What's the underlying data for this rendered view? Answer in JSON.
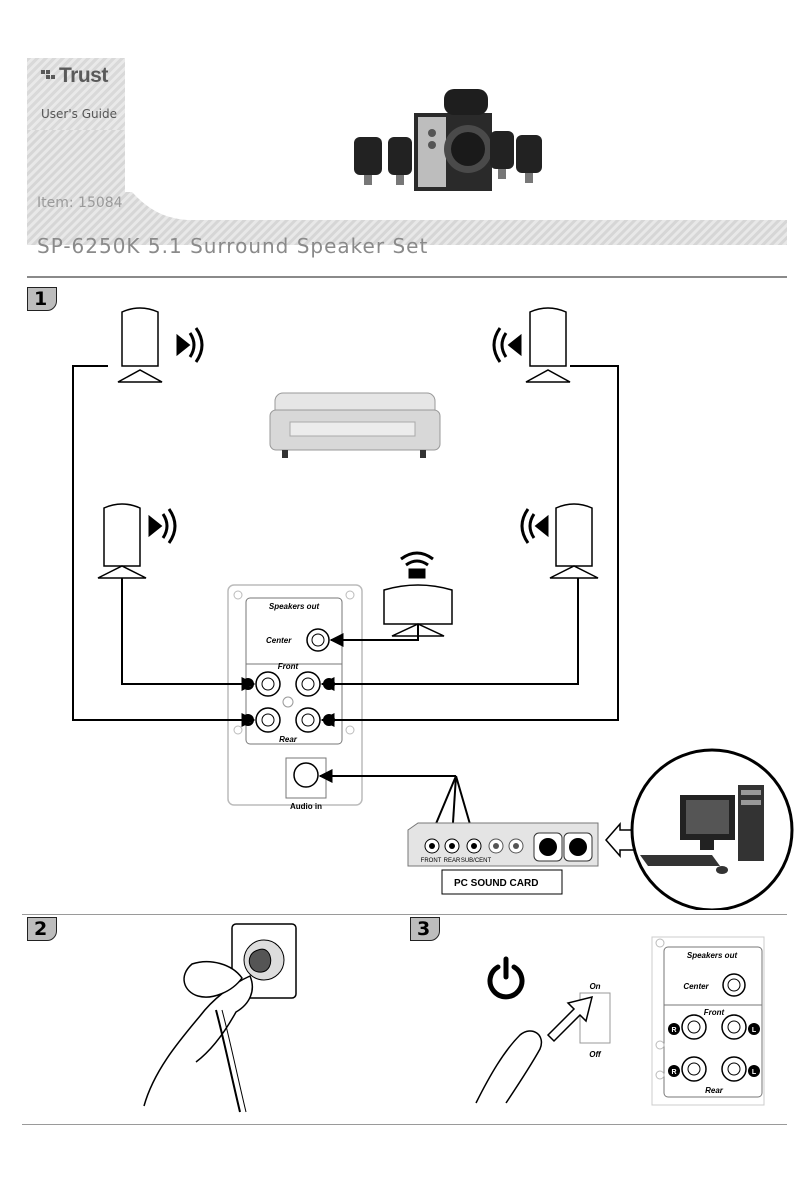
{
  "brand": {
    "name": "Trust",
    "subtitle": "User's Guide"
  },
  "header": {
    "item": "Item: 15084",
    "title": "SP-6250K 5.1 Surround Speaker Set"
  },
  "steps": [
    {
      "number": "1"
    },
    {
      "number": "2"
    },
    {
      "number": "3"
    }
  ],
  "panel": {
    "speakers_out": "Speakers out",
    "center": "Center",
    "front": "Front",
    "rear": "Rear",
    "audio_in": "Audio in",
    "left": "L",
    "right": "R"
  },
  "sound_card": {
    "label": "PC SOUND CARD",
    "ports": [
      "FRONT",
      "REAR",
      "SUB/CENT"
    ]
  },
  "switch": {
    "on": "On",
    "off": "Off"
  }
}
